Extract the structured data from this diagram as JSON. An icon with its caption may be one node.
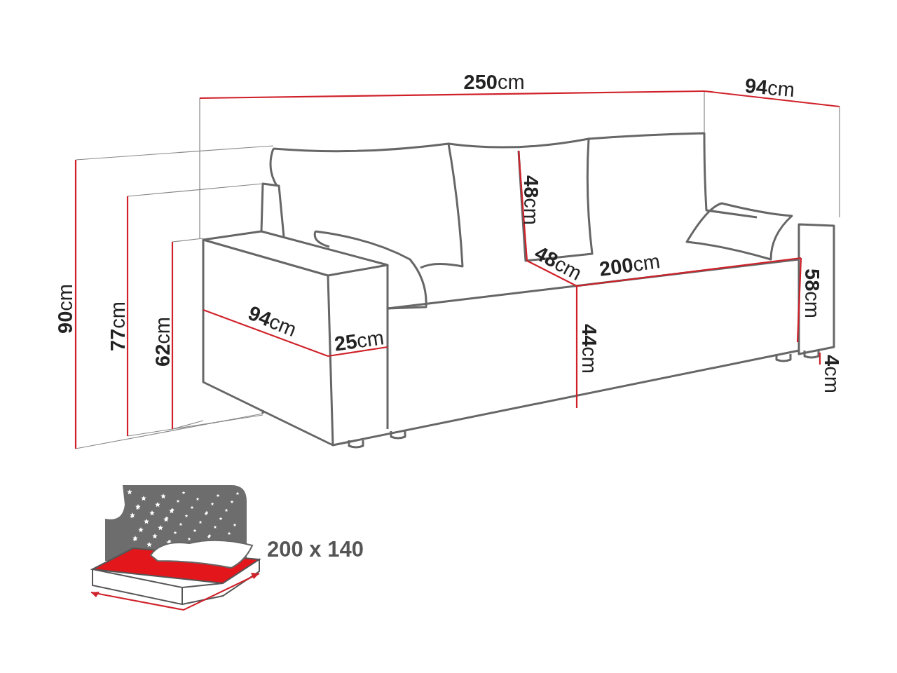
{
  "diagram": {
    "labels": [
      "**250**cm",
      "**94**cm",
      "**48**cm",
      "**48**cm",
      "**200**cm",
      "**90**cm",
      "**77**cm",
      "**62**cm",
      "**94**cm",
      "**25**cm",
      "**44**cm",
      "**58**cm",
      "**4**cm",
      "200 x 140"
    ]
  }
}
